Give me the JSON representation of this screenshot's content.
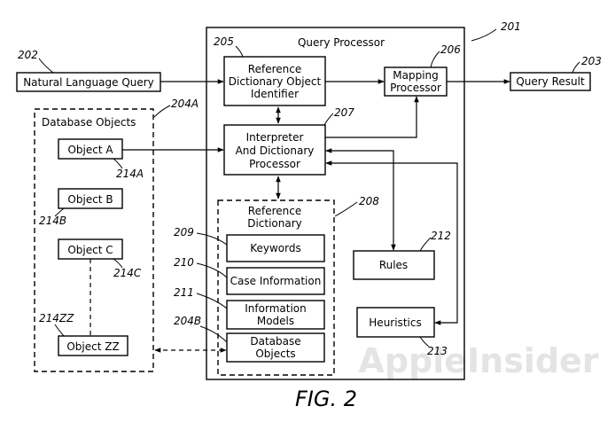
{
  "watermark": "AppleInsider",
  "figure_label": "FIG. 2",
  "query_processor": {
    "title": "Query Processor",
    "ref": "201"
  },
  "natural_language_query": {
    "label": "Natural Language Query",
    "ref": "202"
  },
  "query_result": {
    "label": "Query Result",
    "ref": "203"
  },
  "reference_dictionary_object_identifier": {
    "lines": [
      "Reference",
      "Dictionary Object",
      "Identifier"
    ],
    "ref": "205"
  },
  "mapping_processor": {
    "lines": [
      "Mapping",
      "Processor"
    ],
    "ref": "206"
  },
  "interpreter": {
    "lines": [
      "Interpreter",
      "And Dictionary",
      "Processor"
    ],
    "ref": "207"
  },
  "reference_dictionary": {
    "lines": [
      "Reference",
      "Dictionary"
    ],
    "ref": "208",
    "items": [
      {
        "lines": [
          "Keywords"
        ],
        "ref": "209"
      },
      {
        "lines": [
          "Case Information"
        ],
        "ref": "210"
      },
      {
        "lines": [
          "Information",
          "Models"
        ],
        "ref": "211"
      },
      {
        "lines": [
          "Database",
          "Objects"
        ],
        "ref": "204B"
      }
    ]
  },
  "rules": {
    "label": "Rules",
    "ref": "212"
  },
  "heuristics": {
    "label": "Heuristics",
    "ref": "213"
  },
  "database_objects": {
    "title": "Database Objects",
    "ref": "204A",
    "objects": [
      {
        "label": "Object A",
        "ref": "214A"
      },
      {
        "label": "Object B",
        "ref": "214B"
      },
      {
        "label": "Object C",
        "ref": "214C"
      },
      {
        "label": "Object ZZ",
        "ref": "214ZZ"
      }
    ]
  }
}
